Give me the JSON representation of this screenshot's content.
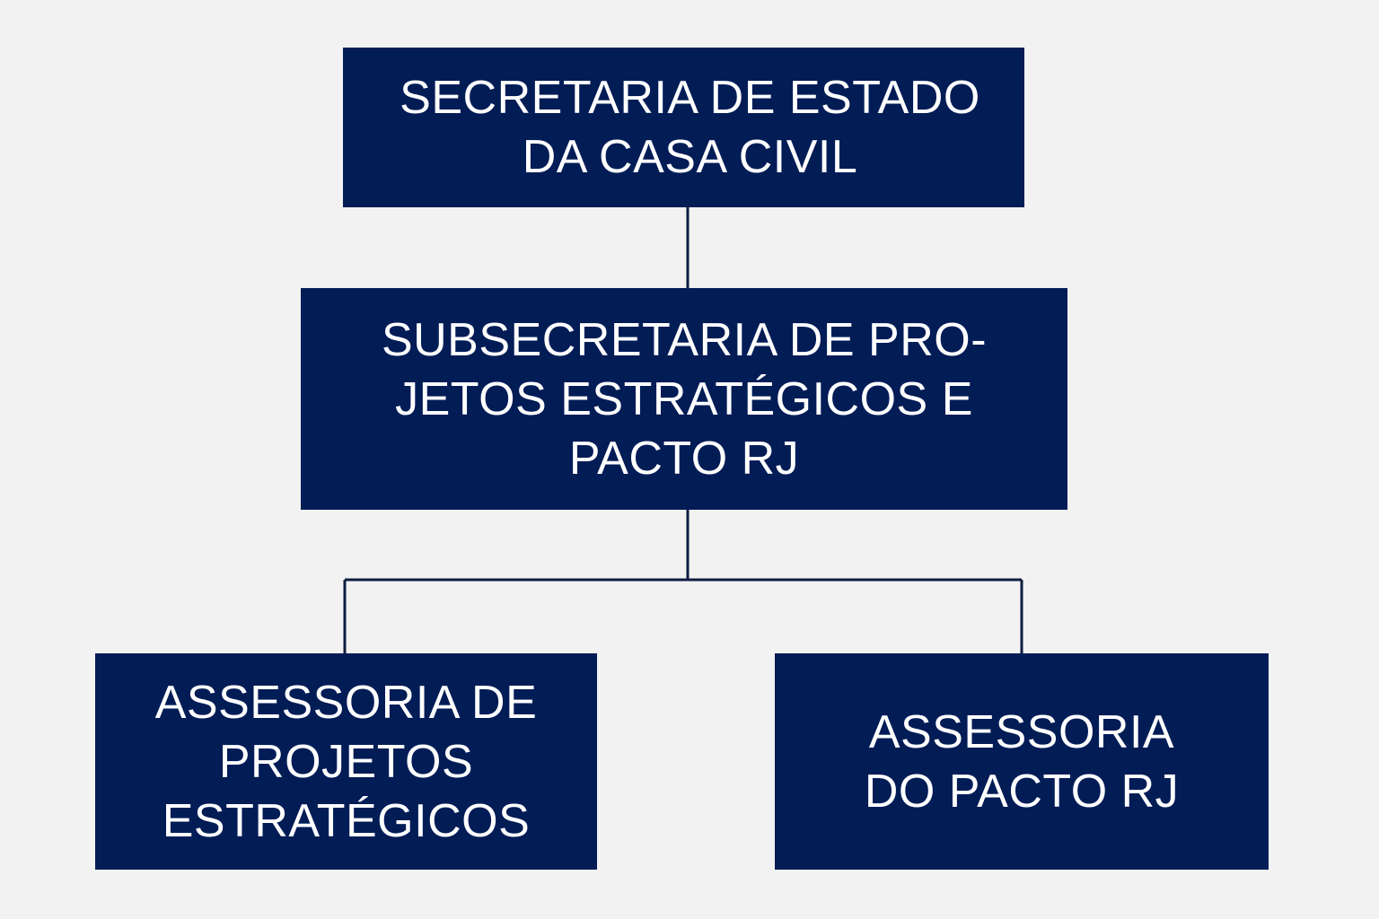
{
  "colors": {
    "background": "#f2f2f2",
    "node_fill": "#021c56",
    "node_text": "#ffffff",
    "connector": "#0e1d40"
  },
  "org_chart": {
    "top": {
      "lines": [
        "SECRETARIA DE ESTADO",
        "DA CASA CIVIL"
      ]
    },
    "middle": {
      "lines": [
        "SUBSECRETARIA DE PRO-",
        "JETOS ESTRATÉGICOS E",
        "PACTO RJ"
      ]
    },
    "children": [
      {
        "lines": [
          "ASSESSORIA DE",
          "PROJETOS",
          "ESTRATÉGICOS"
        ]
      },
      {
        "lines": [
          "ASSESSORIA",
          "DO PACTO RJ"
        ]
      }
    ]
  }
}
